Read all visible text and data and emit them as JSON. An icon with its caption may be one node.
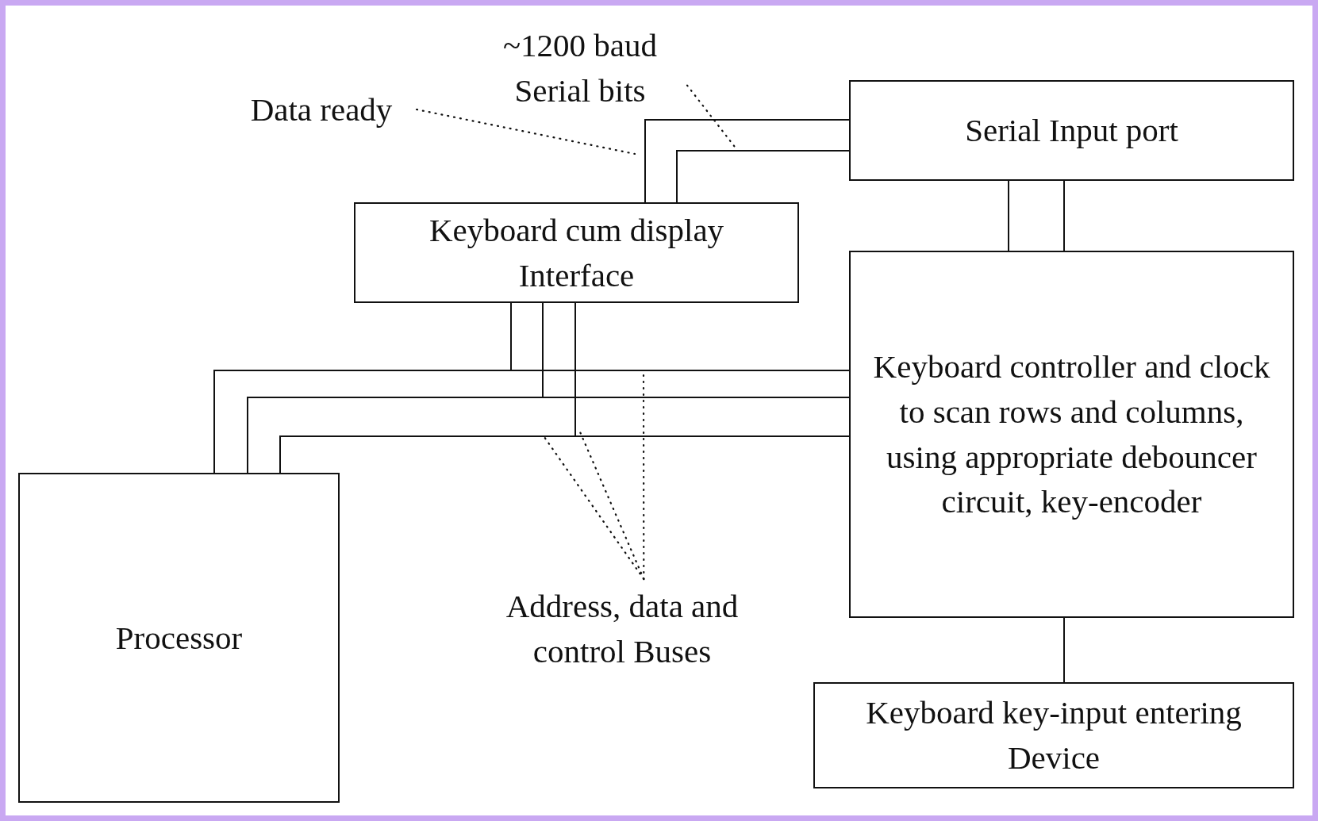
{
  "diagram": {
    "nodes": [
      {
        "text": [
          "~1200 baud Serial bits"
        ]
      },
      {
        "text": [
          "Data ready"
        ]
      },
      {
        "text": [
          "Serial Input port"
        ]
      },
      {
        "text": [
          "Keyboard cum display Interface"
        ]
      },
      {
        "text": [
          "Keyboard controller and clock to scan rows and columns, using appropriate debouncer circuit, key-encoder"
        ]
      },
      {
        "text": [
          "Processor"
        ]
      },
      {
        "text": [
          "Address, data and control Buses"
        ]
      },
      {
        "text": [
          "Keyboard key-input entering Device"
        ]
      }
    ],
    "edges": [
      {
        "from": 3,
        "to": 2,
        "arrow": "none"
      },
      {
        "from": 3,
        "to": 2,
        "arrow": "none"
      },
      {
        "from": 2,
        "to": 4,
        "arrow": "none"
      },
      {
        "from": 2,
        "to": 4,
        "arrow": "none"
      },
      {
        "from": 4,
        "to": 7,
        "arrow": "none"
      },
      {
        "from": 5,
        "to": 4,
        "arrow": "none"
      },
      {
        "from": 5,
        "to": 4,
        "arrow": "none"
      },
      {
        "from": 5,
        "to": 4,
        "arrow": "none"
      },
      {
        "from": 3,
        "to": 5,
        "arrow": "none"
      },
      {
        "from": 3,
        "to": 5,
        "arrow": "none"
      },
      {
        "from": 3,
        "to": 5,
        "arrow": "none"
      },
      {
        "from": 1,
        "to": null,
        "arrow": "none",
        "style": "dashed"
      },
      {
        "from": 0,
        "to": null,
        "arrow": "none",
        "style": "dashed"
      },
      {
        "from": 6,
        "to": null,
        "arrow": "none",
        "style": "dashed"
      },
      {
        "from": 6,
        "to": null,
        "arrow": "none",
        "style": "dashed"
      },
      {
        "from": 6,
        "to": null,
        "arrow": "none",
        "style": "dashed"
      }
    ]
  }
}
